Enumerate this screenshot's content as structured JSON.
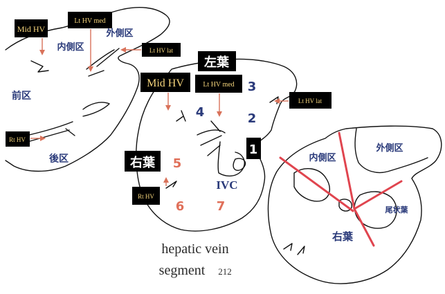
{
  "left_diagram": {
    "box_mid_hv": "Mid HV",
    "box_lt_hv_med": "Lt HV med",
    "box_lt_hv_lat": "Lt HV lat",
    "box_rt_hv": "Rt HV",
    "label_lateral": "外側区",
    "label_medial": "内側区",
    "label_anterior": "前区",
    "label_posterior": "後区"
  },
  "center_diagram": {
    "box_left_lobe": "左葉",
    "box_mid_hv": "Mid HV",
    "box_lt_hv_med": "Lt HV med",
    "box_lt_hv_lat": "Lt HV lat",
    "box_right_lobe": "右葉",
    "box_rt_hv": "Rt HV",
    "box_seg1": "1",
    "seg_3": "3",
    "seg_4": "4",
    "seg_2": "2",
    "seg_5": "5",
    "seg_6": "6",
    "seg_7": "7",
    "label_ivc": "IVC"
  },
  "right_diagram": {
    "label_medial": "内側区",
    "label_lateral": "外側区",
    "label_caudate": "尾状葉",
    "label_right_lobe": "右葉"
  },
  "caption": {
    "line1": "hepatic vein",
    "line2": "segment",
    "page_number": "212"
  },
  "colors": {
    "navy_text": "#2a3a7a",
    "salmon_text": "#e0705a",
    "gold_text": "#f2d27a",
    "arrow": "#d9725a",
    "red_line": "#e0454f"
  }
}
